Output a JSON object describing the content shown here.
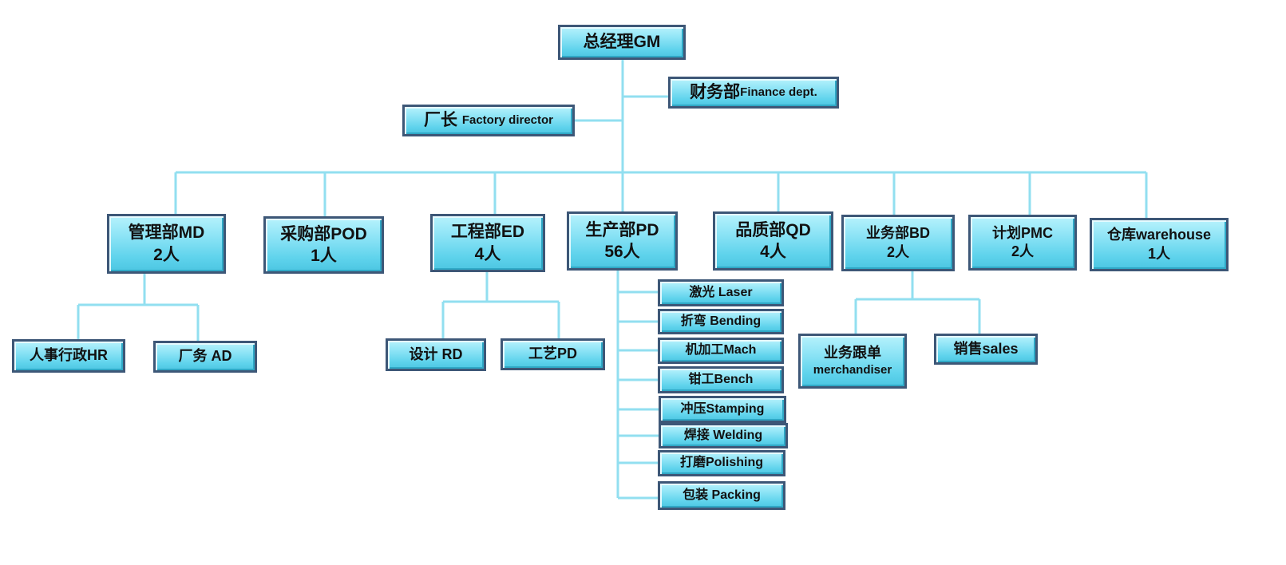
{
  "gm": {
    "label": "总经理GM"
  },
  "finance": {
    "label_cn": "财务部",
    "label_en": "Finance dept."
  },
  "factory": {
    "label_cn": "厂长",
    "label_en": "Factory director"
  },
  "departments": [
    {
      "name": "管理部MD",
      "count": "2人"
    },
    {
      "name": "采购部POD",
      "count": "1人"
    },
    {
      "name": "工程部ED",
      "count": "4人"
    },
    {
      "name": "生产部PD",
      "count": "56人"
    },
    {
      "name": "品质部QD",
      "count": "4人"
    },
    {
      "name": "业务部BD",
      "count": "2人"
    },
    {
      "name": "计划PMC",
      "count": "2人"
    },
    {
      "name": "仓库warehouse",
      "count": "1人"
    }
  ],
  "md_subs": [
    "人事行政HR",
    "厂务 AD"
  ],
  "ed_subs": [
    "设计 RD",
    "工艺PD"
  ],
  "pd_subs": [
    "激光 Laser",
    "折弯 Bending",
    "机加工Mach",
    "钳工Bench",
    "冲压Stamping",
    "焊接 Welding",
    "打磨Polishing",
    "包装 Packing"
  ],
  "bd_subs": [
    {
      "line1": "业务跟单",
      "line2": "merchandiser"
    },
    {
      "line1": "销售sales",
      "line2": ""
    }
  ]
}
